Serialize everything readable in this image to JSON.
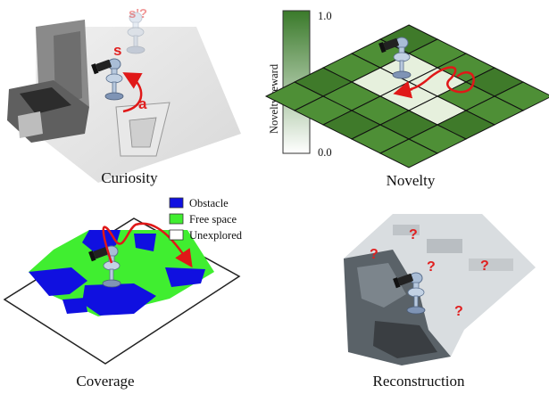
{
  "panels": {
    "curiosity": {
      "caption": "Curiosity",
      "state_label": "s",
      "next_state_label": "s'?",
      "action_label": "a"
    },
    "novelty": {
      "caption": "Novelty",
      "colorbar_label": "Novelty reward",
      "colorbar_max": "1.0",
      "colorbar_min": "0.0"
    },
    "coverage": {
      "caption": "Coverage",
      "legend": [
        {
          "label": "Obstacle",
          "color": "#1010e0"
        },
        {
          "label": "Free space",
          "color": "#40ee30"
        },
        {
          "label": "Unexplored",
          "color": "#ffffff"
        }
      ]
    },
    "reconstruction": {
      "caption": "Reconstruction",
      "unknown_marker": "?"
    }
  },
  "colors": {
    "trajectory": "#e01818",
    "grid_green": "#4e8f36",
    "grid_dark": "#3f7a2a",
    "light_cell": "#e6f0dd"
  },
  "icons": [
    "robot-agent-icon",
    "camera-icon"
  ]
}
